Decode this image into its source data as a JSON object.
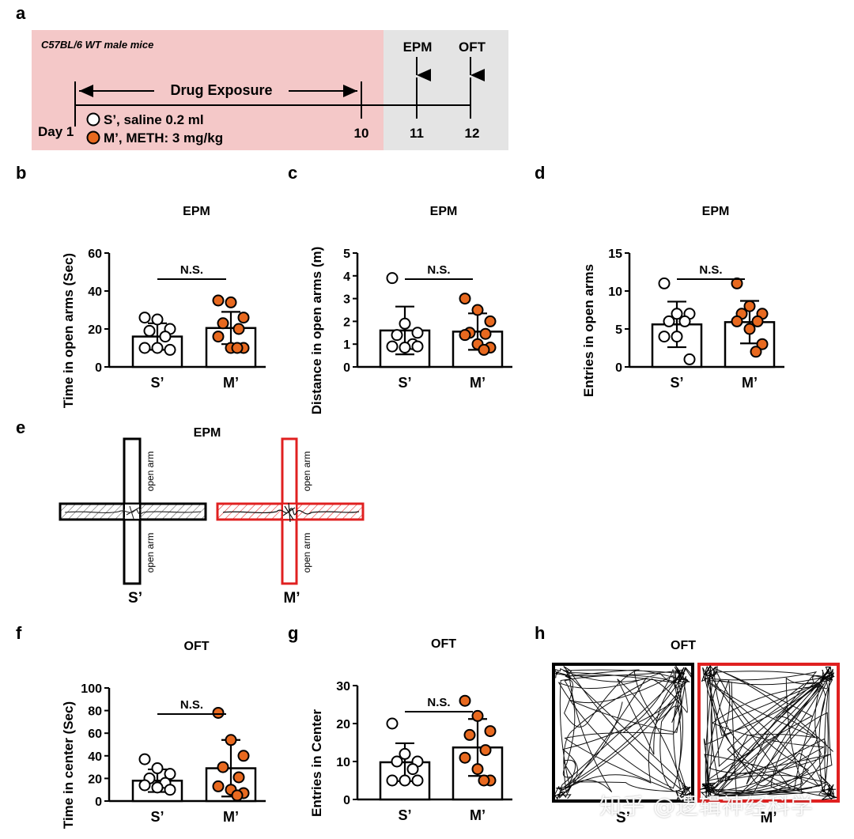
{
  "panels": {
    "a": "a",
    "b": "b",
    "c": "c",
    "d": "d",
    "e": "e",
    "f": "f",
    "g": "g",
    "h": "h"
  },
  "timeline": {
    "strain": "C57BL/6 WT male mice",
    "drug_exposure": "Drug Exposure",
    "day_label": "Day 1",
    "legend_saline": "S’, saline 0.2 ml",
    "legend_meth": "M’, METH: 3 mg/kg",
    "day10": "10",
    "day11": "11",
    "day12": "12",
    "epm": "EPM",
    "oft": "OFT"
  },
  "colors": {
    "saline_fill": "#ffffff",
    "meth_fill": "#e8691f",
    "pink_bg": "#f4c8c8",
    "gray_bg": "#e4e4e4",
    "meth_outline": "#e02020"
  },
  "maze": {
    "title": "EPM",
    "open_arm": "open arm",
    "label_s": "S’",
    "label_m": "M’"
  },
  "oft_tracks": {
    "title": "OFT",
    "label_s": "S’",
    "label_m": "M’"
  },
  "watermark": "知乎 @逻辑神经科学",
  "chart_data": [
    {
      "id": "b",
      "type": "bar",
      "title": "EPM",
      "ylabel": "Time in open arms (Sec)",
      "categories": [
        "S’",
        "M’"
      ],
      "ylim": [
        0,
        60
      ],
      "yticks": [
        "0",
        "20",
        "40",
        "60"
      ],
      "sig": "N.S.",
      "values": [
        16,
        20.5
      ],
      "sd": [
        7,
        8.5
      ],
      "points": [
        [
          26,
          25,
          20,
          19,
          16,
          10,
          10,
          9
        ],
        [
          35,
          34,
          26,
          23,
          20,
          16,
          10,
          10,
          10
        ]
      ]
    },
    {
      "id": "c",
      "type": "bar",
      "title": "EPM",
      "ylabel": "Distance in open arms (m)",
      "categories": [
        "S’",
        "M’"
      ],
      "ylim": [
        0,
        5
      ],
      "yticks": [
        "0",
        "1",
        "2",
        "3",
        "4",
        "5"
      ],
      "sig": "N.S.",
      "values": [
        1.6,
        1.55
      ],
      "sd": [
        1.05,
        0.8
      ],
      "points": [
        [
          3.9,
          1.9,
          1.5,
          1.4,
          1.0,
          0.9,
          0.85,
          0.9
        ],
        [
          3.0,
          2.5,
          2.0,
          1.5,
          1.45,
          1.4,
          1.0,
          0.85,
          0.75
        ]
      ]
    },
    {
      "id": "d",
      "type": "bar",
      "title": "EPM",
      "ylabel": "Entries in open arms",
      "categories": [
        "S’",
        "M’"
      ],
      "ylim": [
        0,
        15
      ],
      "yticks": [
        "0",
        "5",
        "10",
        "15"
      ],
      "sig": "N.S.",
      "values": [
        5.6,
        5.9
      ],
      "sd": [
        3.0,
        2.8
      ],
      "points": [
        [
          11,
          7,
          7,
          6,
          6,
          4,
          4,
          1
        ],
        [
          11,
          8,
          7,
          7,
          6,
          6,
          5,
          3,
          2
        ]
      ]
    },
    {
      "id": "f",
      "type": "bar",
      "title": "OFT",
      "ylabel": "Time in center (Sec)",
      "categories": [
        "S’",
        "M’"
      ],
      "ylim": [
        0,
        100
      ],
      "yticks": [
        "0",
        "20",
        "40",
        "60",
        "80",
        "100"
      ],
      "sig": "N.S.",
      "values": [
        18,
        29
      ],
      "sd": [
        10,
        25
      ],
      "points": [
        [
          37,
          29,
          24,
          20,
          16,
          14,
          12,
          10
        ],
        [
          78,
          54,
          40,
          30,
          21,
          13,
          10,
          7,
          5
        ]
      ]
    },
    {
      "id": "g",
      "type": "bar",
      "title": "OFT",
      "ylabel": "Entries in Center",
      "categories": [
        "S’",
        "M’"
      ],
      "ylim": [
        0,
        30
      ],
      "yticks": [
        "0",
        "10",
        "20",
        "30"
      ],
      "sig": "N.S.",
      "values": [
        9.8,
        13.7
      ],
      "sd": [
        5.0,
        7.5
      ],
      "points": [
        [
          20,
          12,
          10,
          10,
          8,
          5,
          5,
          5
        ],
        [
          26,
          22,
          18,
          17,
          13,
          11,
          8,
          5,
          5
        ]
      ]
    }
  ]
}
